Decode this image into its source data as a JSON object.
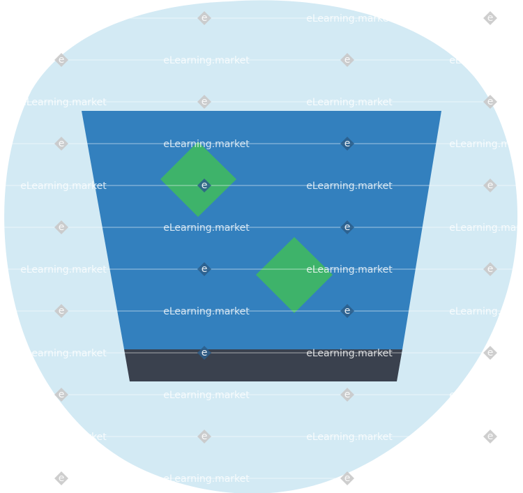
{
  "illustration": {
    "name": "trash bin icon",
    "colors": {
      "blob": "#d3eaf4",
      "bin_body": "#3380be",
      "bin_base": "#3a414e",
      "diamond": "#3eb36a",
      "watermark_light": "#ffffff",
      "watermark_dark": "#2b5d8a",
      "watermark_glyph": "#c9c9c9"
    }
  },
  "watermark": {
    "text": "eLearning.market",
    "glyph": "e"
  }
}
